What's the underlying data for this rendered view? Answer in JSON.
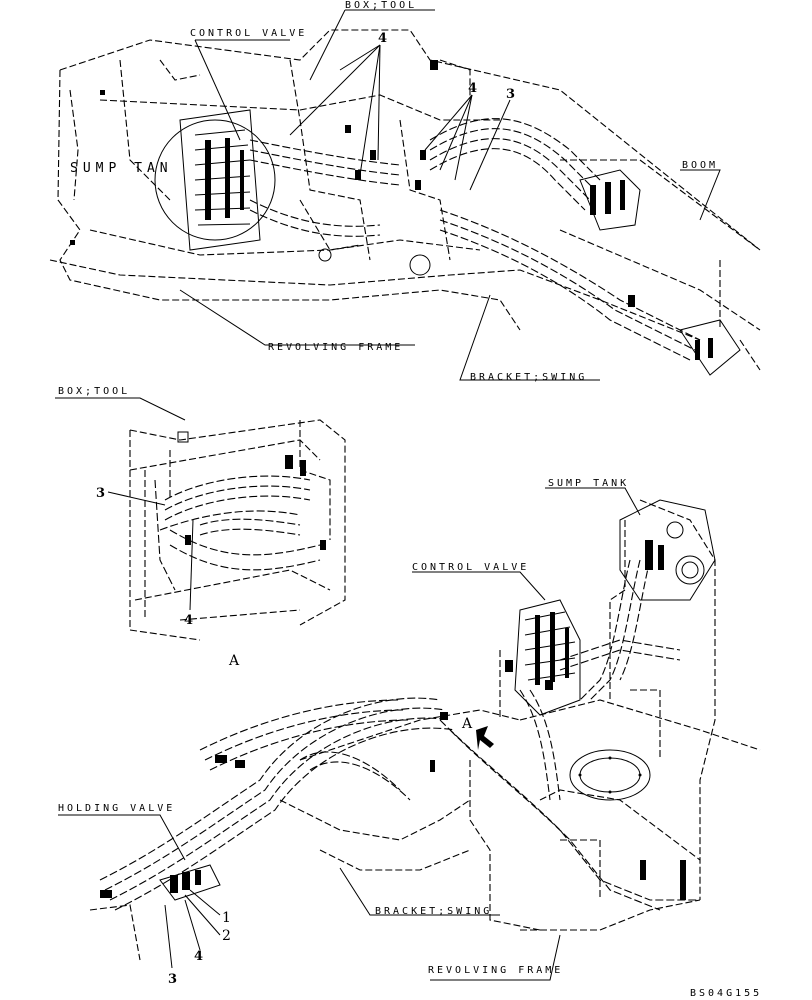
{
  "drawing_code": "BS04G155",
  "top_view": {
    "labels": {
      "box_tool": "BOX;TOOL",
      "control_valve": "CONTROL VALVE",
      "sump_tank": "SUMP TAN",
      "boom": "BOOM",
      "revolving_frame": "REVOLVING FRAME",
      "bracket_swing": "BRACKET;SWING"
    },
    "callouts": {
      "four": "4",
      "three": "3"
    }
  },
  "detail_view": {
    "labels": {
      "box_tool": "BOX;TOOL",
      "view": "A"
    },
    "callouts": {
      "three": "3",
      "four": "4"
    }
  },
  "bottom_view": {
    "labels": {
      "sump_tank": "SUMP TANK",
      "control_valve": "CONTROL VALVE",
      "holding_valve": "HOLDING VALVE",
      "bracket_swing": "BRACKET;SWING",
      "revolving_frame": "REVOLVING FRAME",
      "view_arrow": "A"
    },
    "callouts": {
      "one": "1",
      "two": "2",
      "three": "3",
      "four": "4"
    }
  }
}
